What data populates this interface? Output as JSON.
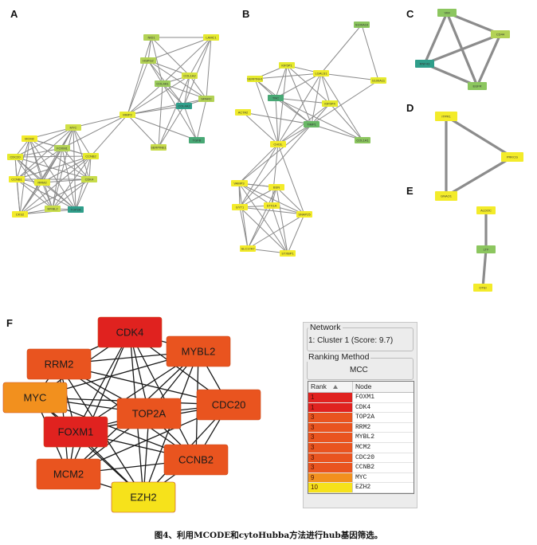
{
  "panel_labels": [
    "A",
    "B",
    "C",
    "D",
    "E",
    "F"
  ],
  "network_A": {
    "nodes": [
      "NID1",
      "LAMC1",
      "HSPG2",
      "COL1A2",
      "COL4A1",
      "COL4A2",
      "SPARC",
      "MMP2",
      "TGFB",
      "SERPINE1",
      "MYC",
      "MCM2",
      "FOXM1",
      "CCNB1",
      "CDC20",
      "CDK4",
      "CCNB2",
      "RRM2",
      "MYBL2",
      "CKS2",
      "TOP2A"
    ],
    "colors": [
      "#b3d255",
      "#e6ea2f",
      "#b3d255",
      "#d7e340",
      "#9ccc5c",
      "#2f9e8a",
      "#b3d255",
      "#e6ea2f",
      "#48a875",
      "#c8dc4a",
      "#d0df46",
      "#f3eb2a",
      "#b3d255",
      "#efeb2b",
      "#e6ea2f",
      "#c8dc4a",
      "#e6ea2f",
      "#e6ea2f",
      "#c8dc4a",
      "#f3eb2a",
      "#2f9e8a"
    ]
  },
  "network_B": {
    "nodes": [
      "S100A10",
      "KIF5P1",
      "LGALS1",
      "SERPINH1",
      "TNC",
      "S100A11",
      "KIF5P4",
      "ACTA2",
      "TIMP1",
      "COL1A1",
      "CHI3L",
      "SNAP23",
      "VAMP3",
      "BSN",
      "GYT1",
      "STX1A",
      "SNAP25",
      "SLC17A7",
      "STXBP1"
    ],
    "colors": [
      "#8cc65f",
      "#e6ea2f",
      "#eeea2c",
      "#e6ea2f",
      "#48a875",
      "#e6ea2f",
      "#e6ea2f",
      "#eeea2c",
      "#68b865",
      "#8cc65f",
      "#f3eb2a",
      "#f3eb2a",
      "#f3eb2a",
      "#f3eb2a",
      "#f3eb2a",
      "#f3eb2a",
      "#f3eb2a",
      "#f3eb2a",
      "#f3eb2a"
    ]
  },
  "network_C": {
    "nodes": [
      "VIM",
      "CD44",
      "RNF43",
      "EGFR"
    ],
    "colors": [
      "#8cc65f",
      "#b3d255",
      "#2f9e8a",
      "#8cc65f"
    ]
  },
  "network_D": {
    "nodes": [
      "ITPR1",
      "PRKCG",
      "GNAO1"
    ],
    "colors": [
      "#f3eb2a",
      "#f3eb2a",
      "#f3eb2a"
    ]
  },
  "network_E": {
    "nodes": [
      "ALDOC",
      "LTF",
      "OTEI"
    ],
    "colors": [
      "#f3eb2a",
      "#8cc65f",
      "#f3eb2a"
    ]
  },
  "network_F": {
    "nodes": [
      "CDK4",
      "RRM2",
      "MYBL2",
      "MYC",
      "CDC20",
      "TOP2A",
      "FOXM1",
      "MCM2",
      "CCNB2",
      "EZH2"
    ],
    "colors": [
      "#e0221f",
      "#e9541f",
      "#e9541f",
      "#f2901e",
      "#e9541f",
      "#e9541f",
      "#e0221f",
      "#e9541f",
      "#e9541f",
      "#f6e21b"
    ]
  },
  "cytohubba": {
    "network_title": "Network",
    "network_value": "1: Cluster 1 (Score: 9.7)",
    "method_title": "Ranking Method",
    "method_value": "MCC",
    "col_rank": "Rank",
    "col_node": "Node",
    "sort_icon": "sort-ascending-icon",
    "rows": [
      {
        "rank": "1",
        "node": "FOXM1",
        "color": "#e0221f"
      },
      {
        "rank": "1",
        "node": "CDK4",
        "color": "#e0221f"
      },
      {
        "rank": "3",
        "node": "TOP2A",
        "color": "#e9541f"
      },
      {
        "rank": "3",
        "node": "RRM2",
        "color": "#e9541f"
      },
      {
        "rank": "3",
        "node": "MYBL2",
        "color": "#e9541f"
      },
      {
        "rank": "3",
        "node": "MCM2",
        "color": "#e9541f"
      },
      {
        "rank": "3",
        "node": "CDC20",
        "color": "#e9541f"
      },
      {
        "rank": "3",
        "node": "CCNB2",
        "color": "#e9541f"
      },
      {
        "rank": "9",
        "node": "MYC",
        "color": "#f2901e"
      },
      {
        "rank": "10",
        "node": "EZH2",
        "color": "#f6e21b"
      }
    ]
  },
  "caption": "图4、利用MCODE和cytoHubba方法进行hub基因筛选。"
}
